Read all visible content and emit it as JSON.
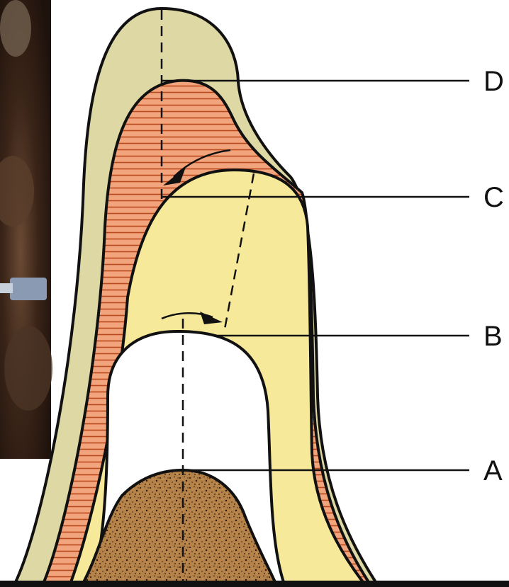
{
  "labels": {
    "d": "D",
    "c": "C",
    "b": "B",
    "a": "A"
  },
  "colors": {
    "outer_layer": "#ddd8a4",
    "hatched_layer": "#f2a57c",
    "hatch_lines": "#c8502a",
    "middle_layer": "#f7e99a",
    "inner_cavity": "#ffffff",
    "core": "#8a5a2a",
    "photo_background": "#2b1a12",
    "outline": "#111111"
  },
  "icons": {
    "left_photo": "photograph-strip",
    "arrow_upper": "curved-arrow-left",
    "arrow_lower": "curved-arrow-right"
  }
}
